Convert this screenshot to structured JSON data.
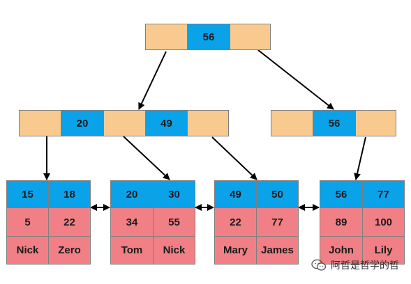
{
  "root": {
    "keys": [
      "56"
    ]
  },
  "internal": [
    {
      "keys": [
        "20",
        "49"
      ]
    },
    {
      "keys": [
        "56"
      ]
    }
  ],
  "leaves": [
    {
      "keys": [
        "15",
        "18"
      ],
      "vals": [
        "5",
        "22"
      ],
      "names": [
        "Nick",
        "Zero"
      ]
    },
    {
      "keys": [
        "20",
        "30"
      ],
      "vals": [
        "34",
        "55"
      ],
      "names": [
        "Tom",
        "Nick"
      ]
    },
    {
      "keys": [
        "49",
        "50"
      ],
      "vals": [
        "22",
        "77"
      ],
      "names": [
        "Mary",
        "James"
      ]
    },
    {
      "keys": [
        "56",
        "77"
      ],
      "vals": [
        "89",
        "100"
      ],
      "names": [
        "John",
        "Lily"
      ]
    }
  ],
  "colors": {
    "pointer": "#f9ca8f",
    "key": "#0aa2e8",
    "value": "#f08086",
    "border": "#7f7f7f"
  },
  "watermark": {
    "text": "阿哲是哲学的哲",
    "icon": "wechat-icon"
  }
}
